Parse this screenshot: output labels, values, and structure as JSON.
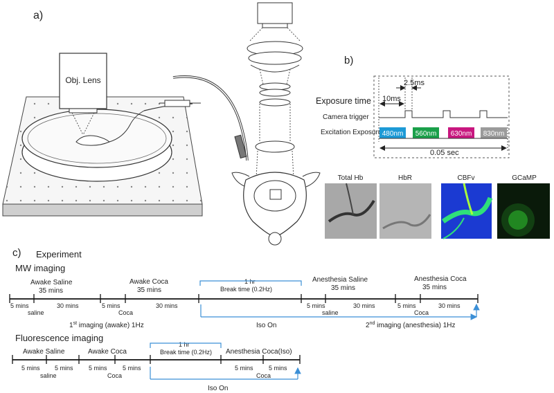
{
  "panel_a": {
    "label": "a)",
    "objective": "Obj. Lens"
  },
  "panel_b": {
    "label": "b)",
    "exposure_time": "Exposure time",
    "t1": "2.5ms",
    "t2": "10ms",
    "camera_trigger": "Camera trigger",
    "excitation": "Excitation Exposure",
    "wavelengths": [
      {
        "label": "480nm",
        "color": "#1d9ad6"
      },
      {
        "label": "560nm",
        "color": "#1aa04a"
      },
      {
        "label": "630nm",
        "color": "#c8177f"
      },
      {
        "label": "830nm",
        "color": "#9b9b9b"
      }
    ],
    "period": "0.05 sec",
    "images": [
      "Total Hb",
      "HbR",
      "CBFv",
      "GCaMP"
    ]
  },
  "panel_c": {
    "label": "c)",
    "experiment": "Experiment",
    "mw_title": "MW imaging",
    "mw": {
      "awake_saline": "Awake Saline",
      "awake_saline_dur": "35 mins",
      "awake_coca": "Awake Coca",
      "awake_coca_dur": "35 mins",
      "break_hr": "1 hr",
      "break_time": "Break time (0.2Hz)",
      "anes_saline": "Anesthesia Saline",
      "anes_saline_dur": "35 mins",
      "anes_coca": "Anesthesia Coca",
      "anes_coca_dur": "35 mins",
      "seg_5mins_1": "5 mins",
      "seg_saline_1": "saline",
      "seg_30mins_1": "30 mins",
      "seg_5mins_2": "5 mins",
      "seg_coca_2": "Coca",
      "seg_30mins_2": "30 mins",
      "seg_5mins_3": "5 mins",
      "seg_saline_3": "saline",
      "seg_30mins_3": "30 mins",
      "seg_5mins_4": "5 mins",
      "seg_coca_4": "Coca",
      "seg_30mins_4": "30 mins",
      "first_imaging_pre": "1",
      "first_imaging_sup": "st",
      "first_imaging_post": " imaging (awake) 1Hz",
      "iso_on": "Iso On",
      "second_imaging_pre": "2",
      "second_imaging_sup": "nd",
      "second_imaging_post": " imaging (anesthesia) 1Hz"
    },
    "fl_title": "Fluorescence imaging",
    "fl": {
      "awake_saline": "Awake Saline",
      "awake_coca": "Awake Coca",
      "break_hr": "1 hr",
      "break_time": "Break time (0.2Hz)",
      "anes_coca": "Anesthesia Coca(Iso)",
      "seg_5mins_1": "5 mins",
      "seg_saline": "saline",
      "seg_5mins_2": "5 mins",
      "seg_5mins_3": "5 mins",
      "seg_coca_1": "Coca",
      "seg_5mins_4": "5 mins",
      "seg_5mins_5": "5 mins",
      "seg_coca_2": "Coca",
      "seg_5mins_6": "5 mins",
      "iso_on": "Iso On"
    }
  }
}
